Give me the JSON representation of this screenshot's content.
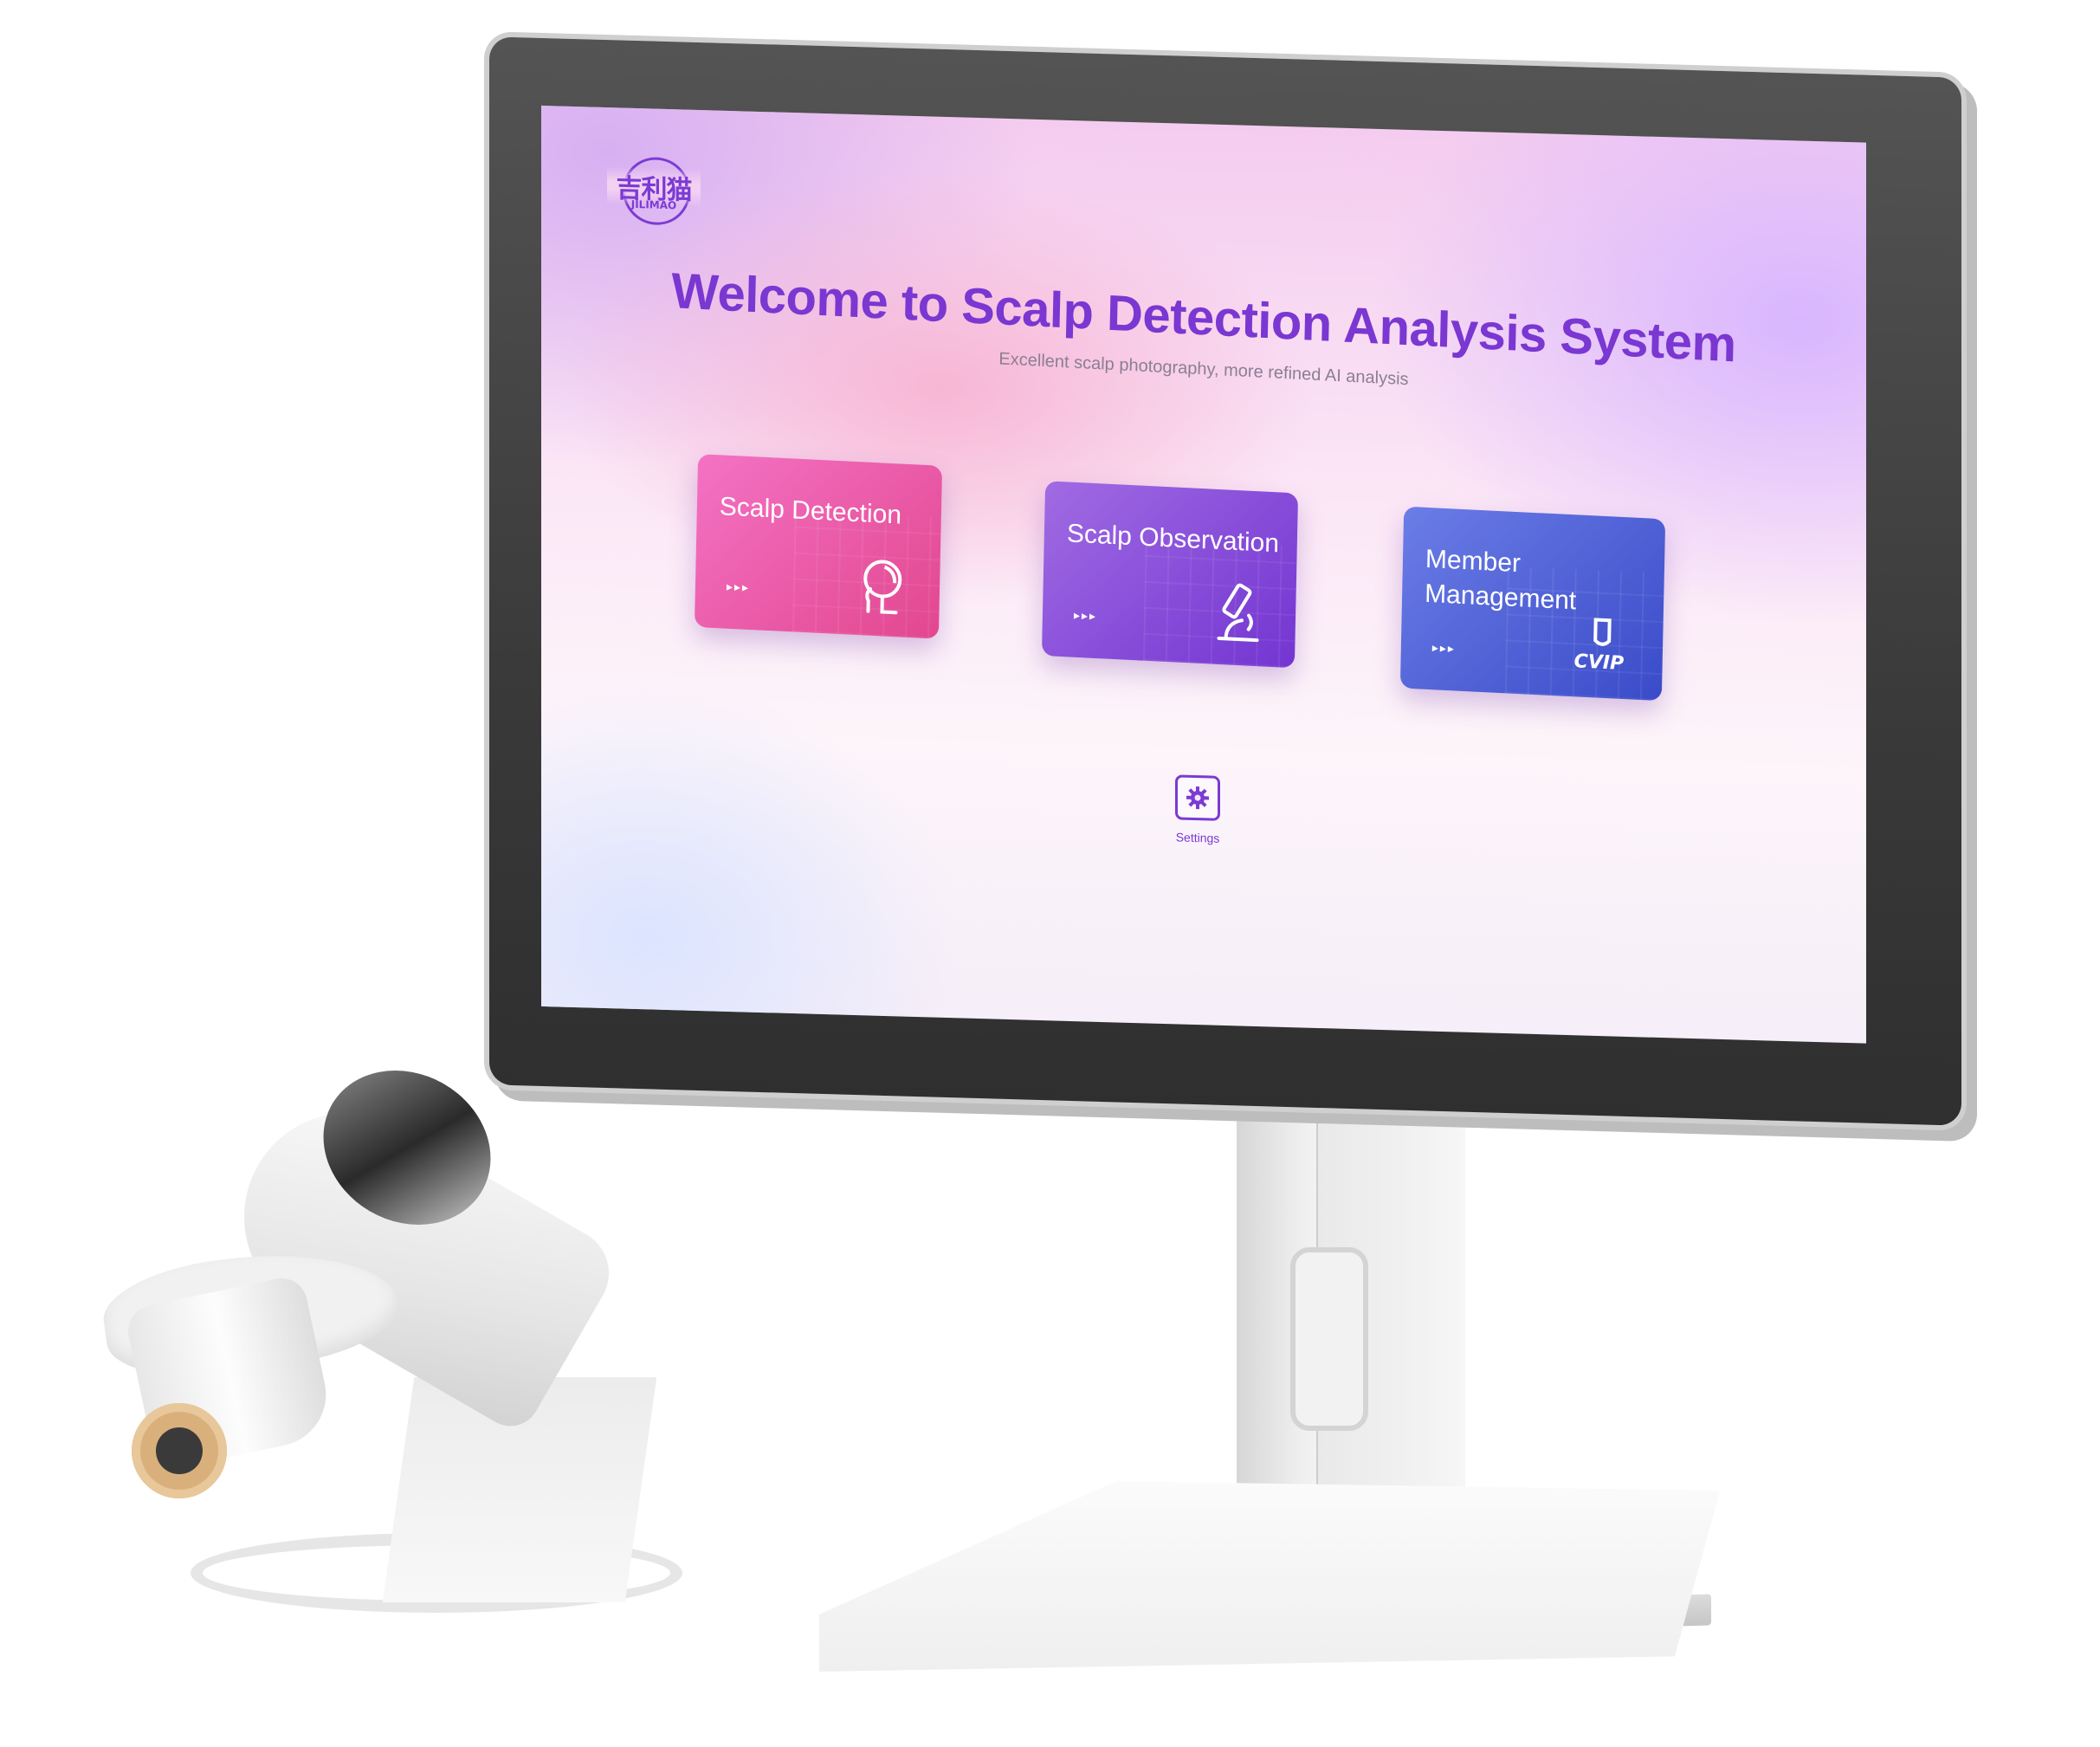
{
  "logo": {
    "cn": "吉利猫",
    "en": "JILIMAO"
  },
  "header": {
    "title": "Welcome to Scalp Detection Analysis System",
    "subtitle": "Excellent scalp photography, more refined AI analysis"
  },
  "cards": [
    {
      "label": "Scalp Detection",
      "arrows": "▸▸▸",
      "icon": "head-profile-icon",
      "color": "#e95aa8"
    },
    {
      "label": "Scalp Observation",
      "arrows": "▸▸▸",
      "icon": "microscope-icon",
      "color": "#8b4fdc"
    },
    {
      "label_line1": "Member",
      "label_line2": "Management",
      "arrows": "▸▸▸",
      "icon": "vip-member-icon",
      "color": "#4a5ad6"
    }
  ],
  "settings": {
    "label": "Settings",
    "icon": "gear-icon"
  },
  "colors": {
    "accent": "#7b3bd4"
  }
}
